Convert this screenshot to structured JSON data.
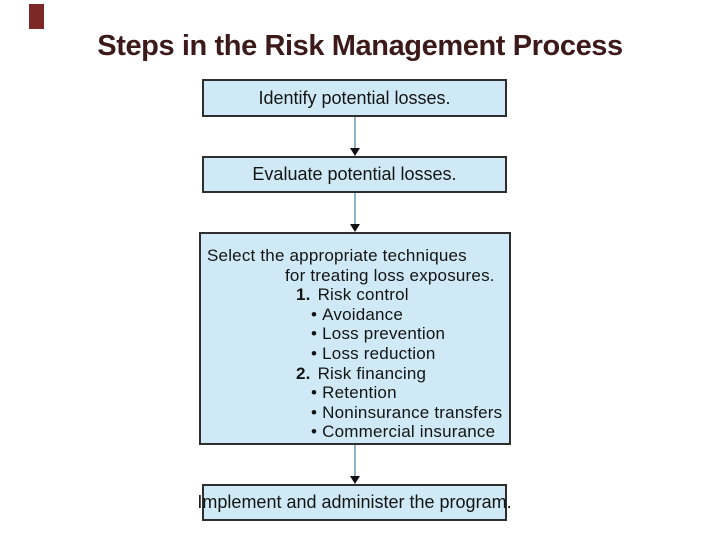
{
  "slide_title": "Steps in the Risk Management Process",
  "colors": {
    "background": "#ffffff",
    "accent_bar": "#7b2827",
    "title_text": "#3d1a1a",
    "box_fill": "#cfeaf6",
    "box_border": "#2e2e2e",
    "box_text": "#141414",
    "arrow_line": "#8fb3c6",
    "arrow_head": "#111111"
  },
  "flowchart": {
    "bullet_char": "•",
    "steps": [
      {
        "type": "simple",
        "label": "Identify potential losses."
      },
      {
        "type": "simple",
        "label": "Evaluate potential losses."
      },
      {
        "type": "detailed",
        "lines": [
          {
            "style": "plain",
            "indent": 0,
            "text": "Select the appropriate techniques"
          },
          {
            "style": "plain",
            "indent": 1,
            "text": "for treating loss exposures."
          },
          {
            "style": "number",
            "indent": 2,
            "number": "1.",
            "text": "Risk control"
          },
          {
            "style": "bullet",
            "indent": 3,
            "text": "Avoidance"
          },
          {
            "style": "bullet",
            "indent": 3,
            "text": "Loss prevention"
          },
          {
            "style": "bullet",
            "indent": 3,
            "text": "Loss reduction"
          },
          {
            "style": "number",
            "indent": 2,
            "number": "2.",
            "text": "Risk financing"
          },
          {
            "style": "bullet",
            "indent": 3,
            "text": "Retention"
          },
          {
            "style": "bullet",
            "indent": 3,
            "text": "Noninsurance transfers"
          },
          {
            "style": "bullet",
            "indent": 3,
            "text": "Commercial insurance"
          }
        ]
      },
      {
        "type": "simple",
        "label": "Implement and administer the program."
      }
    ]
  }
}
